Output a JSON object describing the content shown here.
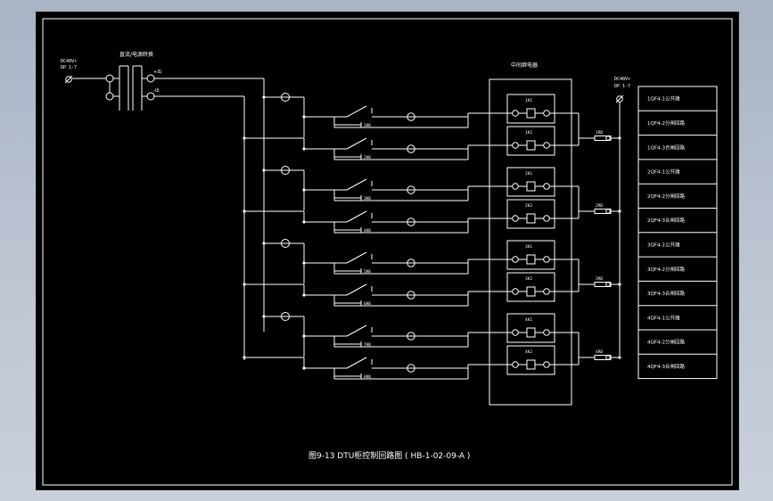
{
  "drawing": {
    "caption": "图9-13  DTU柜控制回路图 ( HB-1-02-09-A )",
    "source_label_line1": "DC48V+",
    "source_label_line2": "DP 1-7",
    "isolator_label": "直流/电源转换",
    "isolator_out_pos": "+出",
    "isolator_out_neg": "-出",
    "terminal_panel_title": "中间继电器",
    "right_source_line1": "DC48V+",
    "right_source_line2": "DP 1-7"
  },
  "groups": [
    {
      "breaker_labels": [
        "1KK",
        "2KK"
      ],
      "relay_labels": [
        "1K1",
        "1K2"
      ],
      "fuse_label": "1RD"
    },
    {
      "breaker_labels": [
        "3KK",
        "4KK"
      ],
      "relay_labels": [
        "2K1",
        "2K2"
      ],
      "fuse_label": "2RD"
    },
    {
      "breaker_labels": [
        "5KK",
        "6KK"
      ],
      "relay_labels": [
        "3K1",
        "3K2"
      ],
      "fuse_label": "3RD"
    },
    {
      "breaker_labels": [
        "7KK",
        "8KK"
      ],
      "relay_labels": [
        "4K1",
        "4K2"
      ],
      "fuse_label": "4RD"
    }
  ],
  "output_table": [
    "1QF4-1公共端",
    "1QF4-2分闸回路",
    "1QF4-3合闸回路",
    "2QF4-1公共端",
    "2QF4-2分闸回路",
    "2QF4-3合闸回路",
    "3QF4-1公共端",
    "3QF4-2分闸回路",
    "3QF4-3合闸回路",
    "4QF4-1公共端",
    "4QF4-2分闸回路",
    "4QF4-3合闸回路"
  ]
}
